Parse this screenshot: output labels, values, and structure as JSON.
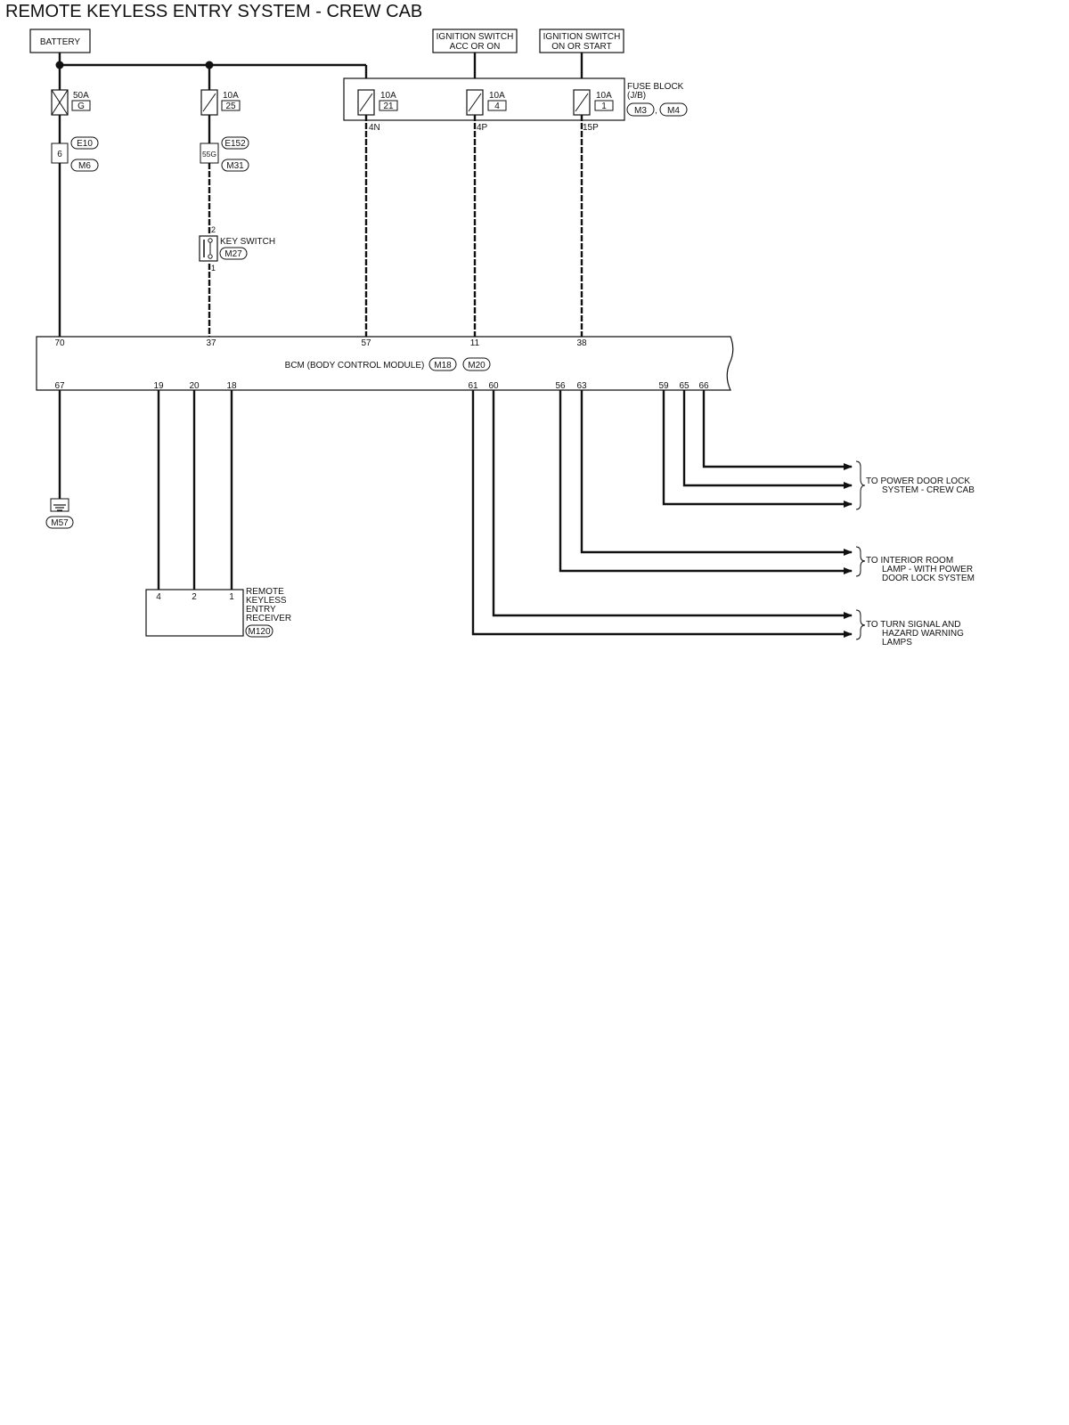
{
  "title": "REMOTE KEYLESS ENTRY SYSTEM - CREW CAB",
  "colors": {
    "ink": "#111111",
    "paper": "#ffffff"
  },
  "power_sources": {
    "battery": "BATTERY",
    "ign_acc": [
      "IGNITION SWITCH",
      "ACC OR ON"
    ],
    "ign_start": [
      "IGNITION SWITCH",
      "ON OR START"
    ]
  },
  "fuses": {
    "f50a": {
      "rating": "50A",
      "id": "G"
    },
    "f10a_25": {
      "rating": "10A",
      "id": "25"
    },
    "f10a_21": {
      "rating": "10A",
      "id": "21",
      "pin": "4N"
    },
    "f10a_4": {
      "rating": "10A",
      "id": "4",
      "pin": "4P"
    },
    "f10a_1": {
      "rating": "10A",
      "id": "1",
      "pin": "15P"
    }
  },
  "fuse_block": {
    "label": "FUSE BLOCK",
    "sublabel": "(J/B)",
    "connectors": [
      "M3",
      "M4"
    ],
    "separator": ","
  },
  "connectors": {
    "e10": {
      "pin": "6",
      "top": "E10",
      "bottom": "M6"
    },
    "e152": {
      "pin": "55G",
      "top": "E152",
      "bottom": "M31"
    }
  },
  "key_switch": {
    "label": "KEY SWITCH",
    "connector": "M27",
    "pin_top": "2",
    "pin_bottom": "1"
  },
  "bcm": {
    "label": "BCM (BODY CONTROL MODULE)",
    "connectors": [
      "M18",
      "M20"
    ],
    "top_pins": [
      "70",
      "37",
      "57",
      "11",
      "38"
    ],
    "bottom_pins": [
      "67",
      "19",
      "20",
      "18",
      "61",
      "60",
      "56",
      "63",
      "59",
      "65",
      "66"
    ]
  },
  "ground": {
    "connector": "M57"
  },
  "receiver": {
    "label": [
      "REMOTE",
      "KEYLESS",
      "ENTRY",
      "RECEIVER"
    ],
    "connector": "M120",
    "pins": [
      "4",
      "2",
      "1"
    ]
  },
  "destinations": [
    {
      "lines": [
        "TO POWER DOOR LOCK",
        "SYSTEM - CREW CAB"
      ]
    },
    {
      "lines": [
        "TO INTERIOR ROOM",
        "LAMP - WITH POWER",
        "DOOR LOCK SYSTEM"
      ]
    },
    {
      "lines": [
        "TO TURN SIGNAL AND",
        "HAZARD WARNING",
        "LAMPS"
      ]
    }
  ]
}
